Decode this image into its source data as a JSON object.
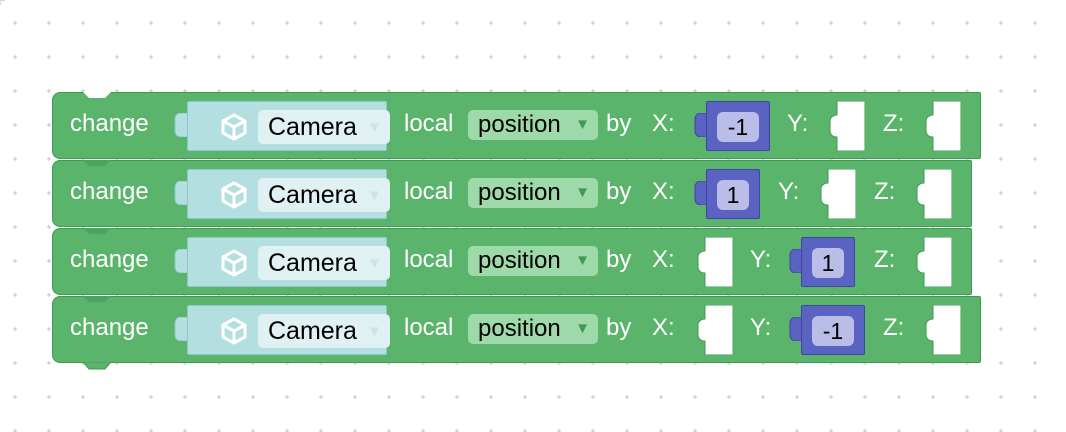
{
  "blocks": [
    {
      "verb": "change",
      "object": "Camera",
      "space": "local",
      "property": "position",
      "by": "by",
      "x_label": "X:",
      "y_label": "Y:",
      "z_label": "Z:",
      "x_value": "-1",
      "y_value": null,
      "z_value": null
    },
    {
      "verb": "change",
      "object": "Camera",
      "space": "local",
      "property": "position",
      "by": "by",
      "x_label": "X:",
      "y_label": "Y:",
      "z_label": "Z:",
      "x_value": "1",
      "y_value": null,
      "z_value": null
    },
    {
      "verb": "change",
      "object": "Camera",
      "space": "local",
      "property": "position",
      "by": "by",
      "x_label": "X:",
      "y_label": "Y:",
      "z_label": "Z:",
      "x_value": null,
      "y_value": "1",
      "z_value": null
    },
    {
      "verb": "change",
      "object": "Camera",
      "space": "local",
      "property": "position",
      "by": "by",
      "x_label": "X:",
      "y_label": "Y:",
      "z_label": "Z:",
      "x_value": null,
      "y_value": "-1",
      "z_value": null
    }
  ],
  "icons": {
    "object": "cube-icon",
    "dropdown": "triangle-down-icon"
  },
  "colors": {
    "block": "#5ab46b",
    "object_block": "#b3dfe0",
    "number_block": "#5a63c2",
    "workspace": "#ffffff"
  }
}
